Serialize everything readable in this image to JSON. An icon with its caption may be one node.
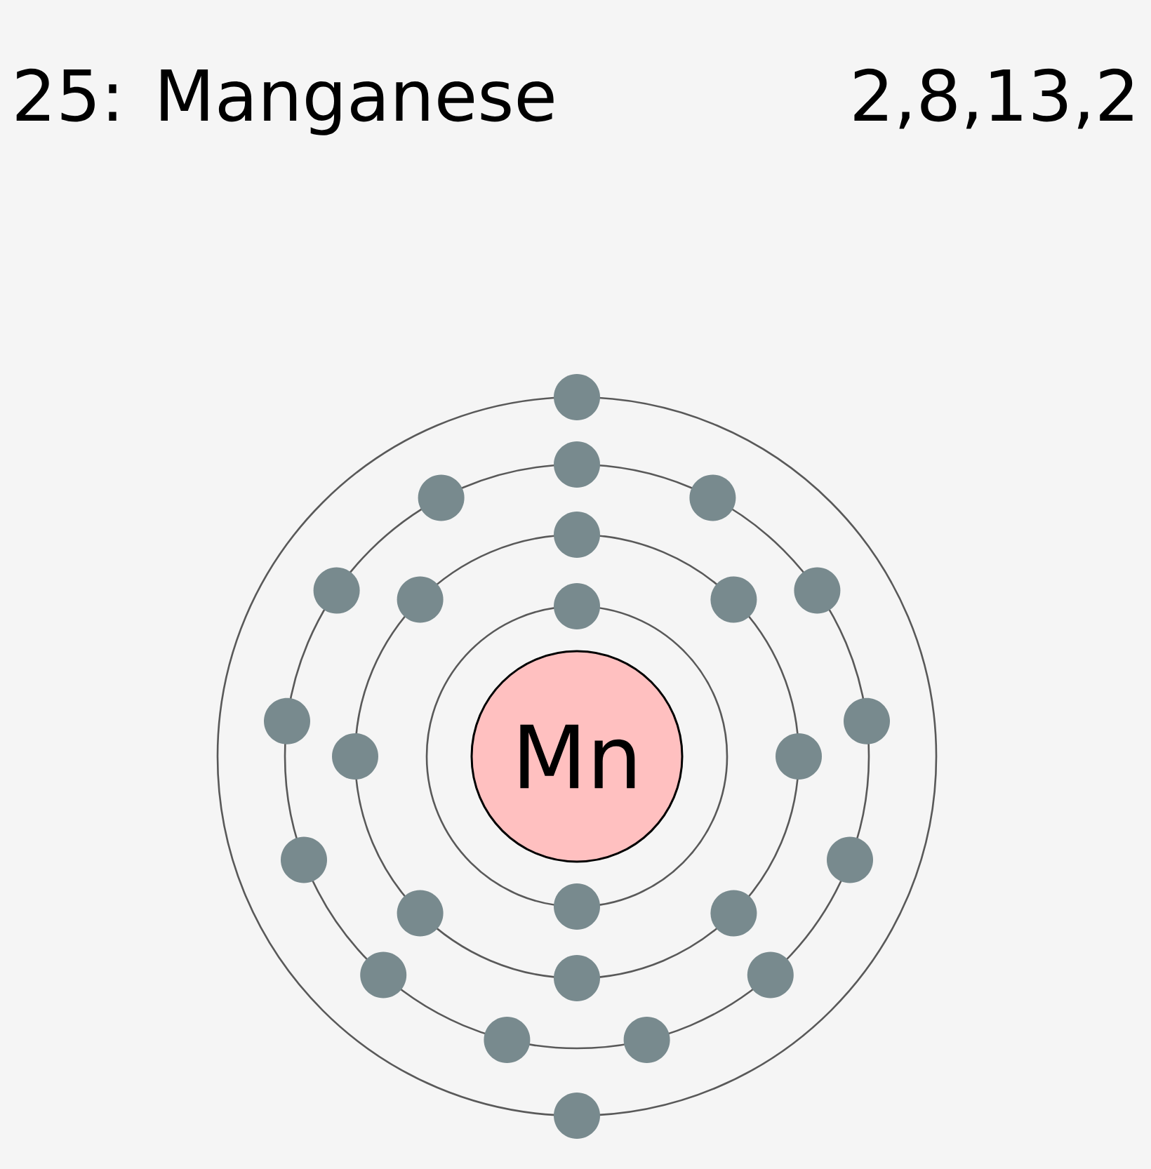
{
  "diagram": {
    "title": "25: Manganese",
    "nodes": [
      {
        "text": [
          "Mn"
        ]
      }
    ],
    "labels": [
      "2,8,13,2"
    ]
  }
}
